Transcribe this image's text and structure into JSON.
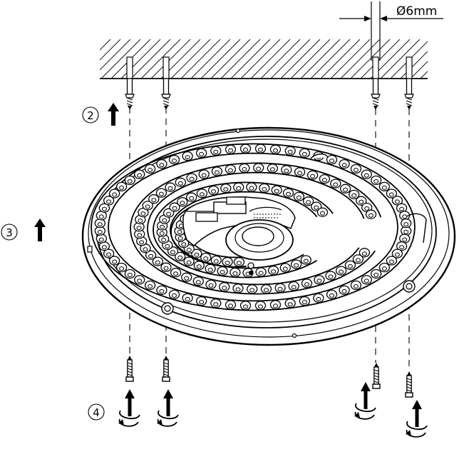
{
  "dimension_label": "Ø6mm",
  "steps": [
    {
      "id": "step-2",
      "number": "2"
    },
    {
      "id": "step-3",
      "number": "3"
    },
    {
      "id": "step-4",
      "number": "4"
    }
  ],
  "led_rows": 4
}
